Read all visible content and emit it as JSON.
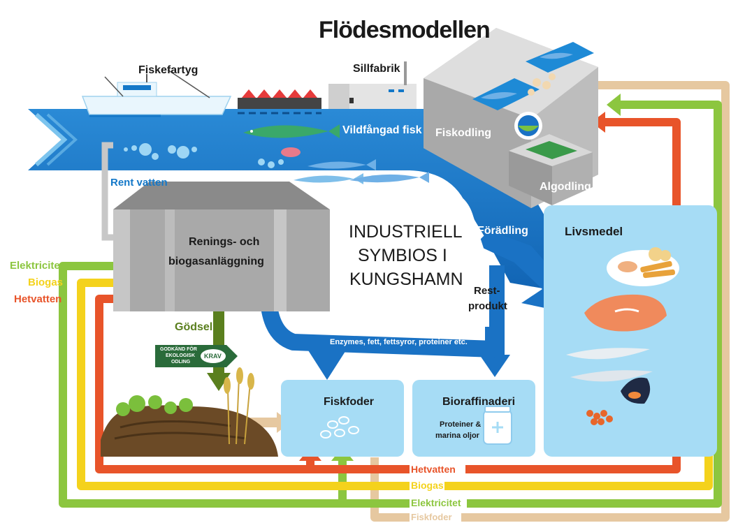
{
  "title": "Flödesmodellen",
  "labels": {
    "fiskefartyg": "Fiskefartyg",
    "sillfabrik": "Sillfabrik",
    "vildfangad": "Vildfångad fisk",
    "fiskodling": "Fiskodling",
    "algodling": "Algodling",
    "rent_vatten": "Rent vatten",
    "renings_1": "Renings- och",
    "renings_2": "biogasanläggning",
    "center_1": "INDUSTRIELL",
    "center_2": "SYMBIOS I",
    "center_3": "KUNGSHAMN",
    "foradling": "Förädling",
    "livsmedel": "Livsmedel",
    "rest_1": "Rest-",
    "rest_2": "produkt",
    "enzymes": "Enzymes, fett, fettsyror, proteiner etc.",
    "godsel": "Gödsel",
    "fiskfoder": "Fiskfoder",
    "bioraffinaderi": "Bioraffinaderi",
    "proteiner_1": "Proteiner &",
    "proteiner_2": "marina oljor",
    "krav_1": "GODKÄND FÖR",
    "krav_2": "EKOLOGISK",
    "krav_3": "ODLING",
    "krav_logo": "KRAV"
  },
  "legend": {
    "elektricitet": "Elektricitet",
    "biogas": "Biogas",
    "hetvatten": "Hetvatten"
  },
  "flows": {
    "hetvatten": "Hetvatten",
    "biogas": "Biogas",
    "elektricitet": "Elektricitet",
    "fiskfoder": "Fiskfoder"
  },
  "colors": {
    "title": "#1a1a1a",
    "water": "#1478c8",
    "water_light": "#7cc4ee",
    "box_fill": "#a6dcf5",
    "hetvatten": "#e8542a",
    "biogas": "#f4d21c",
    "elektricitet": "#8cc63f",
    "fiskfoder": "#e6c8a0",
    "arrow_blue": "#1a72c4",
    "building_gray": "#b8b8b8",
    "godsel": "#5a7f1e"
  }
}
